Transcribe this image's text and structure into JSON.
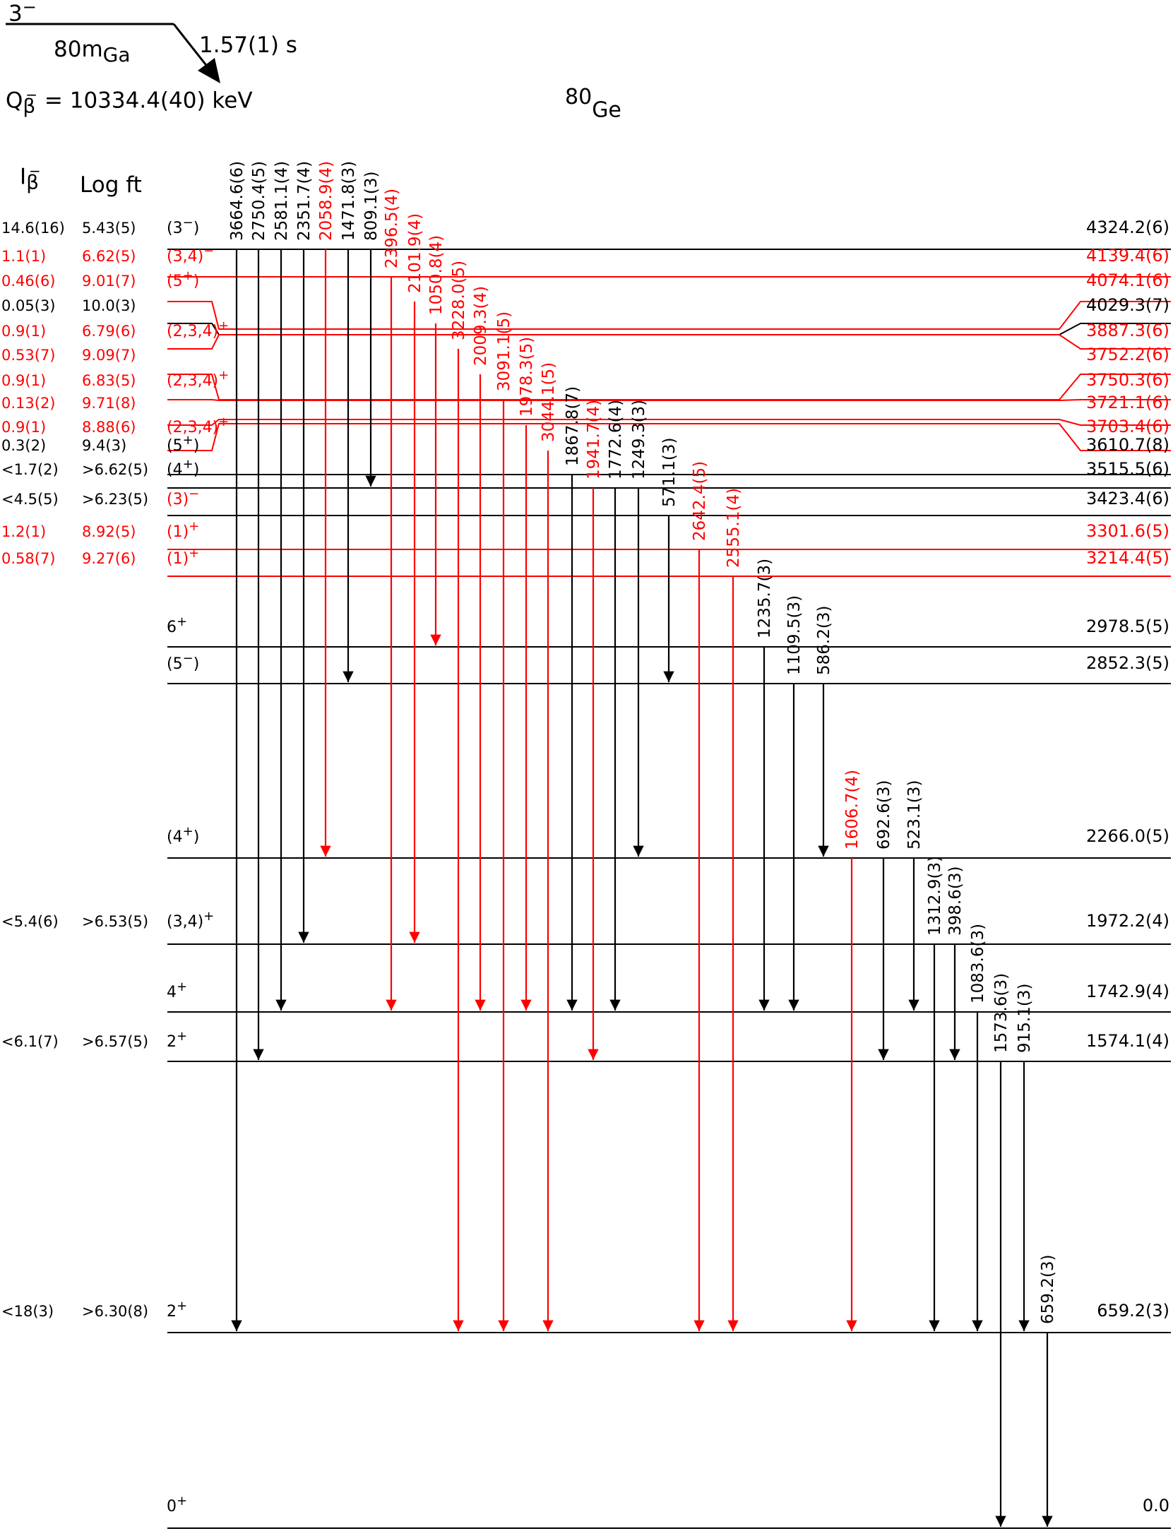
{
  "parent": {
    "spin": "3",
    "spin_sign": "−",
    "mass": "80m",
    "element": "Ga",
    "half_life": "1.57(1) s",
    "q_prefix": "Q",
    "q_beta": "β",
    "q_sign": "−",
    "q_value": " = 10334.4(40) keV"
  },
  "daughter": {
    "mass": "80",
    "element": "Ge"
  },
  "columns": {
    "ib_main": "I",
    "ib_beta": "β",
    "ib_sign": "−",
    "logft": "Log ft"
  },
  "colors": {
    "known": "#000000",
    "new": "#ff0000"
  },
  "levels": [
    {
      "energy": "4324.2(6)",
      "jpi": "(3",
      "jpi_sup": "−",
      "jpi_end": ")",
      "ib": "14.6(16)",
      "logft": "5.43(5)",
      "color": "#000000"
    },
    {
      "energy": "4139.4(6)",
      "jpi": "(3,4)",
      "jpi_sup": "−",
      "jpi_end": "",
      "ib": "1.1(1)",
      "logft": "6.62(5)",
      "color": "#ff0000"
    },
    {
      "energy": "4074.1(6)",
      "jpi": "(5",
      "jpi_sup": "+",
      "jpi_end": ")",
      "ib": "0.46(6)",
      "logft": "9.01(7)",
      "color": "#ff0000"
    },
    {
      "energy": "4029.3(7)",
      "jpi": "",
      "jpi_sup": "",
      "jpi_end": "",
      "ib": "0.05(3)",
      "logft": "10.0(3)",
      "color": "#000000"
    },
    {
      "energy": "3887.3(6)",
      "jpi": "(2,3,4)",
      "jpi_sup": "+",
      "jpi_end": "",
      "ib": "0.9(1)",
      "logft": "6.79(6)",
      "color": "#ff0000"
    },
    {
      "energy": "3752.2(6)",
      "jpi": "",
      "jpi_sup": "",
      "jpi_end": "",
      "ib": "0.53(7)",
      "logft": "9.09(7)",
      "color": "#ff0000"
    },
    {
      "energy": "3750.3(6)",
      "jpi": "(2,3,4)",
      "jpi_sup": "+",
      "jpi_end": "",
      "ib": "0.9(1)",
      "logft": "6.83(5)",
      "color": "#ff0000"
    },
    {
      "energy": "3721.1(6)",
      "jpi": "",
      "jpi_sup": "",
      "jpi_end": "",
      "ib": "0.13(2)",
      "logft": "9.71(8)",
      "color": "#ff0000"
    },
    {
      "energy": "3703.4(6)",
      "jpi": "(2,3,4)",
      "jpi_sup": "+",
      "jpi_end": "",
      "ib": "0.9(1)",
      "logft": "8.88(6)",
      "color": "#ff0000"
    },
    {
      "energy": "3610.7(8)",
      "jpi": "(5",
      "jpi_sup": "+",
      "jpi_end": ")",
      "ib": "0.3(2)",
      "logft": "9.4(3)",
      "color": "#000000"
    },
    {
      "energy": "3515.5(6)",
      "jpi": "(4",
      "jpi_sup": "+",
      "jpi_end": ")",
      "ib": "<1.7(2)",
      "logft": ">6.62(5)",
      "color": "#000000"
    },
    {
      "energy": "3423.4(6)",
      "jpi": "(3)",
      "jpi_sup": "−",
      "jpi_end": "",
      "ib": "<4.5(5)",
      "logft": ">6.23(5)",
      "color": "#000000",
      "jpi_color": "#ff0000"
    },
    {
      "energy": "3301.6(5)",
      "jpi": "(1)",
      "jpi_sup": "+",
      "jpi_end": "",
      "ib": "1.2(1)",
      "logft": "8.92(5)",
      "color": "#ff0000"
    },
    {
      "energy": "3214.4(5)",
      "jpi": "(1)",
      "jpi_sup": "+",
      "jpi_end": "",
      "ib": "0.58(7)",
      "logft": "9.27(6)",
      "color": "#ff0000"
    },
    {
      "energy": "2978.5(5)",
      "jpi": "6",
      "jpi_sup": "+",
      "jpi_end": "",
      "ib": "",
      "logft": "",
      "color": "#000000"
    },
    {
      "energy": "2852.3(5)",
      "jpi": "(5",
      "jpi_sup": "−",
      "jpi_end": ")",
      "ib": "",
      "logft": "",
      "color": "#000000"
    },
    {
      "energy": "2266.0(5)",
      "jpi": "(4",
      "jpi_sup": "+",
      "jpi_end": ")",
      "ib": "",
      "logft": "",
      "color": "#000000"
    },
    {
      "energy": "1972.2(4)",
      "jpi": "(3,4)",
      "jpi_sup": "+",
      "jpi_end": "",
      "ib": "<5.4(6)",
      "logft": ">6.53(5)",
      "color": "#000000"
    },
    {
      "energy": "1742.9(4)",
      "jpi": "4",
      "jpi_sup": "+",
      "jpi_end": "",
      "ib": "",
      "logft": "",
      "color": "#000000"
    },
    {
      "energy": "1574.1(4)",
      "jpi": "2",
      "jpi_sup": "+",
      "jpi_end": "",
      "ib": "<6.1(7)",
      "logft": ">6.57(5)",
      "color": "#000000"
    },
    {
      "energy": "659.2(3)",
      "jpi": "2",
      "jpi_sup": "+",
      "jpi_end": "",
      "ib": "<18(3)",
      "logft": ">6.30(8)",
      "color": "#000000"
    },
    {
      "energy": "0.0",
      "jpi": "0",
      "jpi_sup": "+",
      "jpi_end": "",
      "ib": "",
      "logft": "",
      "color": "#000000"
    }
  ],
  "transitions": [
    {
      "label": "3664.6(6)",
      "from": "4324.2(6)",
      "to": "659.2(3)",
      "color": "#000000"
    },
    {
      "label": "2750.4(5)",
      "from": "4324.2(6)",
      "to": "1574.1(4)",
      "color": "#000000"
    },
    {
      "label": "2581.1(4)",
      "from": "4324.2(6)",
      "to": "1742.9(4)",
      "color": "#000000"
    },
    {
      "label": "2351.7(4)",
      "from": "4324.2(6)",
      "to": "1972.2(4)",
      "color": "#000000"
    },
    {
      "label": "2058.9(4)",
      "from": "4324.2(6)",
      "to": "2266.0(5)",
      "color": "#ff0000"
    },
    {
      "label": "1471.8(3)",
      "from": "4324.2(6)",
      "to": "2852.3(5)",
      "color": "#000000"
    },
    {
      "label": "809.1(3)",
      "from": "4324.2(6)",
      "to": "3515.5(6)",
      "color": "#000000"
    },
    {
      "label": "2396.5(4)",
      "from": "4139.4(6)",
      "to": "1742.9(4)",
      "color": "#ff0000"
    },
    {
      "label": "2101.9(4)",
      "from": "4074.1(6)",
      "to": "1972.2(4)",
      "color": "#ff0000"
    },
    {
      "label": "1050.8(4)",
      "from": "4029.3(7)",
      "to": "2978.5(5)",
      "color": "#ff0000"
    },
    {
      "label": "3228.0(5)",
      "from": "3887.3(6)",
      "to": "659.2(3)",
      "color": "#ff0000"
    },
    {
      "label": "2009.3(4)",
      "from": "3752.2(6)",
      "to": "1742.9(4)",
      "color": "#ff0000"
    },
    {
      "label": "3091.1(5)",
      "from": "3750.3(6)",
      "to": "659.2(3)",
      "color": "#ff0000"
    },
    {
      "label": "1978.3(5)",
      "from": "3721.1(6)",
      "to": "1742.9(4)",
      "color": "#ff0000"
    },
    {
      "label": "3044.1(5)",
      "from": "3703.4(6)",
      "to": "659.2(3)",
      "color": "#ff0000"
    },
    {
      "label": "1867.8(7)",
      "from": "3610.7(8)",
      "to": "1742.9(4)",
      "color": "#000000"
    },
    {
      "label": "1941.7(4)",
      "from": "3515.5(6)",
      "to": "1574.1(4)",
      "color": "#ff0000"
    },
    {
      "label": "1772.6(4)",
      "from": "3515.5(6)",
      "to": "1742.9(4)",
      "color": "#000000"
    },
    {
      "label": "1249.3(3)",
      "from": "3515.5(6)",
      "to": "2266.0(5)",
      "color": "#000000"
    },
    {
      "label": "571.1(3)",
      "from": "3423.4(6)",
      "to": "2852.3(5)",
      "color": "#000000"
    },
    {
      "label": "2642.4(5)",
      "from": "3301.6(5)",
      "to": "659.2(3)",
      "color": "#ff0000"
    },
    {
      "label": "2555.1(4)",
      "from": "3214.4(5)",
      "to": "659.2(3)",
      "color": "#ff0000"
    },
    {
      "label": "1235.7(3)",
      "from": "2978.5(5)",
      "to": "1742.9(4)",
      "color": "#000000"
    },
    {
      "label": "1109.5(3)",
      "from": "2852.3(5)",
      "to": "1742.9(4)",
      "color": "#000000"
    },
    {
      "label": "586.2(3)",
      "from": "2852.3(5)",
      "to": "2266.0(5)",
      "color": "#000000"
    },
    {
      "label": "1606.7(4)",
      "from": "2266.0(5)",
      "to": "659.2(3)",
      "color": "#ff0000"
    },
    {
      "label": "692.6(3)",
      "from": "2266.0(5)",
      "to": "1574.1(4)",
      "color": "#000000"
    },
    {
      "label": "523.1(3)",
      "from": "2266.0(5)",
      "to": "1742.9(4)",
      "color": "#000000"
    },
    {
      "label": "1312.9(3)",
      "from": "1972.2(4)",
      "to": "659.2(3)",
      "color": "#000000"
    },
    {
      "label": "398.6(3)",
      "from": "1972.2(4)",
      "to": "1574.1(4)",
      "color": "#000000"
    },
    {
      "label": "1083.6(3)",
      "from": "1742.9(4)",
      "to": "659.2(3)",
      "color": "#000000"
    },
    {
      "label": "1573.6(3)",
      "from": "1574.1(4)",
      "to": "0.0",
      "color": "#000000"
    },
    {
      "label": "915.1(3)",
      "from": "1574.1(4)",
      "to": "659.2(3)",
      "color": "#000000"
    },
    {
      "label": "659.2(3)",
      "from": "659.2(3)",
      "to": "0.0",
      "color": "#000000"
    }
  ]
}
